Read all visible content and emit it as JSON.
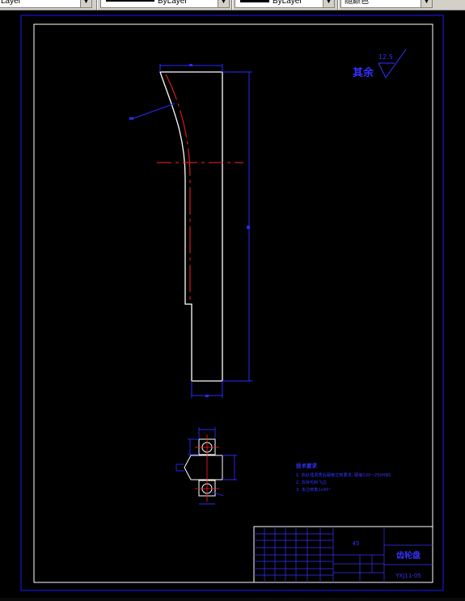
{
  "toolbar": {
    "layer_combo": {
      "value": "Layer"
    },
    "linetype_combo": {
      "value": "ByLayer"
    },
    "lineweight_combo": {
      "value": "ByLayer"
    },
    "color_combo": {
      "value": "随颜色"
    }
  },
  "drawing": {
    "roughness_prefix": "其余",
    "roughness_value": "12.5",
    "tech_req": {
      "title": "技术要求",
      "items": [
        "1. 热处理调质后硬度达到要求, 硬度220~250HBS",
        "2. 去除毛刺飞边",
        "3. 未注倒角1x45°"
      ]
    },
    "title_block": {
      "part_name": "齿轮盘",
      "drawing_number": "YXJ11-05",
      "material": "45"
    }
  },
  "colors": {
    "background": "#000000",
    "frame": "#1a1aff",
    "part_outline": "#ffffff",
    "center_line": "#ff2020",
    "dimension": "#2a2aff"
  }
}
